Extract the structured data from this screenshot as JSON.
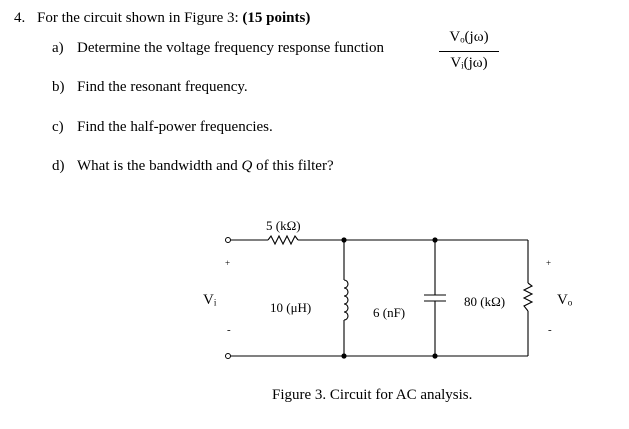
{
  "question": {
    "number": "4.",
    "intro": "For the circuit shown in Figure 3:",
    "points": "(15 points)",
    "parts": [
      {
        "label": "a)",
        "text": "Determine the voltage frequency response function"
      },
      {
        "label": "b)",
        "text": "Find the resonant frequency."
      },
      {
        "label": "c)",
        "text": "Find the half-power frequencies."
      },
      {
        "label": "d)",
        "text_before": "What is the bandwidth and",
        "text_q": "Q",
        "text_after": "of this filter?"
      }
    ],
    "fraction": {
      "numerator": "Vₒ(jω)",
      "denominator": "Vᵢ(jω)"
    }
  },
  "circuit": {
    "resistor_series_label": "5 (kΩ)",
    "inductor_label": "10 (μH)",
    "capacitor_label": "6 (nF)",
    "resistor_shunt_label": "80 (kΩ)",
    "input_plus": "+",
    "input_minus": "-",
    "input_label": "Vᵢ",
    "output_plus": "+",
    "output_minus": "-",
    "output_label": "Vₒ"
  },
  "figure": {
    "caption": "Figure 3.  Circuit for AC analysis."
  }
}
